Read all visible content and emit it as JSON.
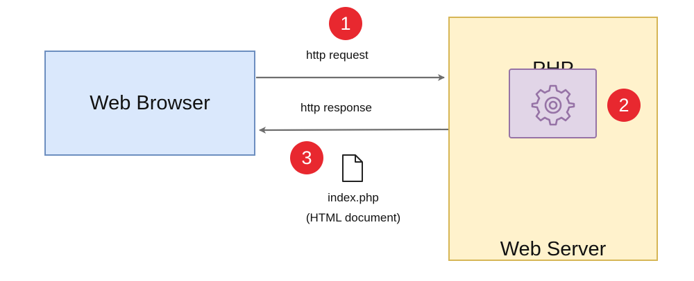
{
  "diagram": {
    "browser": {
      "label": "Web Browser"
    },
    "server": {
      "label": "Web Server",
      "php_label": "PHP"
    },
    "engine": {
      "icon": "gear-icon"
    },
    "arrows": {
      "request_label": "http request",
      "response_label": "http response"
    },
    "steps": [
      "1",
      "2",
      "3"
    ],
    "document": {
      "icon": "document-icon",
      "filename": "index.php",
      "description": "(HTML document)"
    },
    "colors": {
      "browser_fill": "#dae8fc",
      "browser_stroke": "#6c8ebf",
      "server_fill": "#fff2cc",
      "server_stroke": "#d6b656",
      "engine_fill": "#e1d5e7",
      "engine_stroke": "#9673a6",
      "badge": "#e8282f",
      "arrow": "#6e6e6e"
    }
  }
}
